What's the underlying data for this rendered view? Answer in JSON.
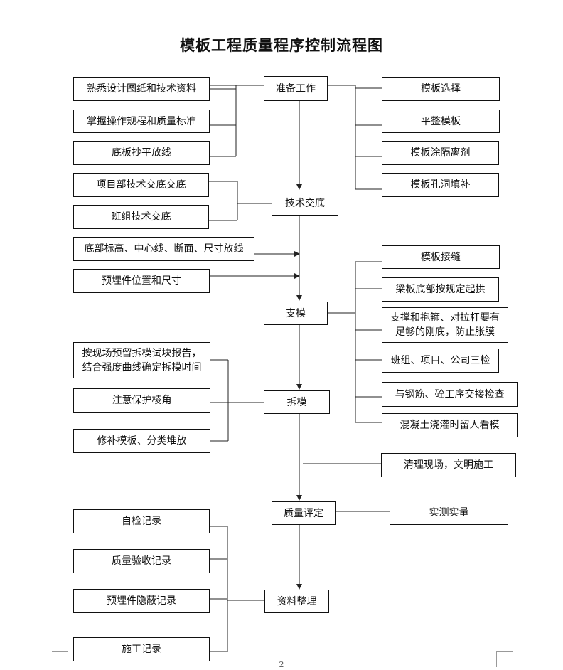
{
  "title": "模板工程质量程序控制流程图",
  "page_number": "2",
  "main_steps": {
    "prep": "准备工作",
    "tech": "技术交底",
    "support": "支模",
    "remove": "拆模",
    "quality": "质量评定",
    "archive": "资料整理"
  },
  "prep_left": [
    "熟悉设计图纸和技术资料",
    "掌握操作规程和质量标准",
    "底板抄平放线"
  ],
  "prep_right": [
    "模板选择",
    "平整模板",
    "模板涂隔离剂",
    "模板孔洞填补"
  ],
  "tech_left": [
    "项目部技术交底交底",
    "班组技术交底"
  ],
  "support_left": [
    "底部标高、中心线、断面、尺寸放线",
    "预埋件位置和尺寸"
  ],
  "support_right": [
    "模板接缝",
    "梁板底部按规定起拱",
    "支撑和抱箍、对拉杆要有足够的刚底，防止胀膜",
    "班组、项目、公司三检",
    "与钢筋、砼工序交接检查",
    "混凝土浇灌时留人看模"
  ],
  "remove_left": [
    "按现场预留拆模试块报告，结合强度曲线确定拆模时间",
    "注意保护棱角",
    "修补模板、分类堆放"
  ],
  "remove_right": [
    "清理现场，文明施工"
  ],
  "quality_right": [
    "实测实量"
  ],
  "archive_left": [
    "自检记录",
    "质量验收记录",
    "预埋件隐蔽记录",
    "施工记录"
  ]
}
